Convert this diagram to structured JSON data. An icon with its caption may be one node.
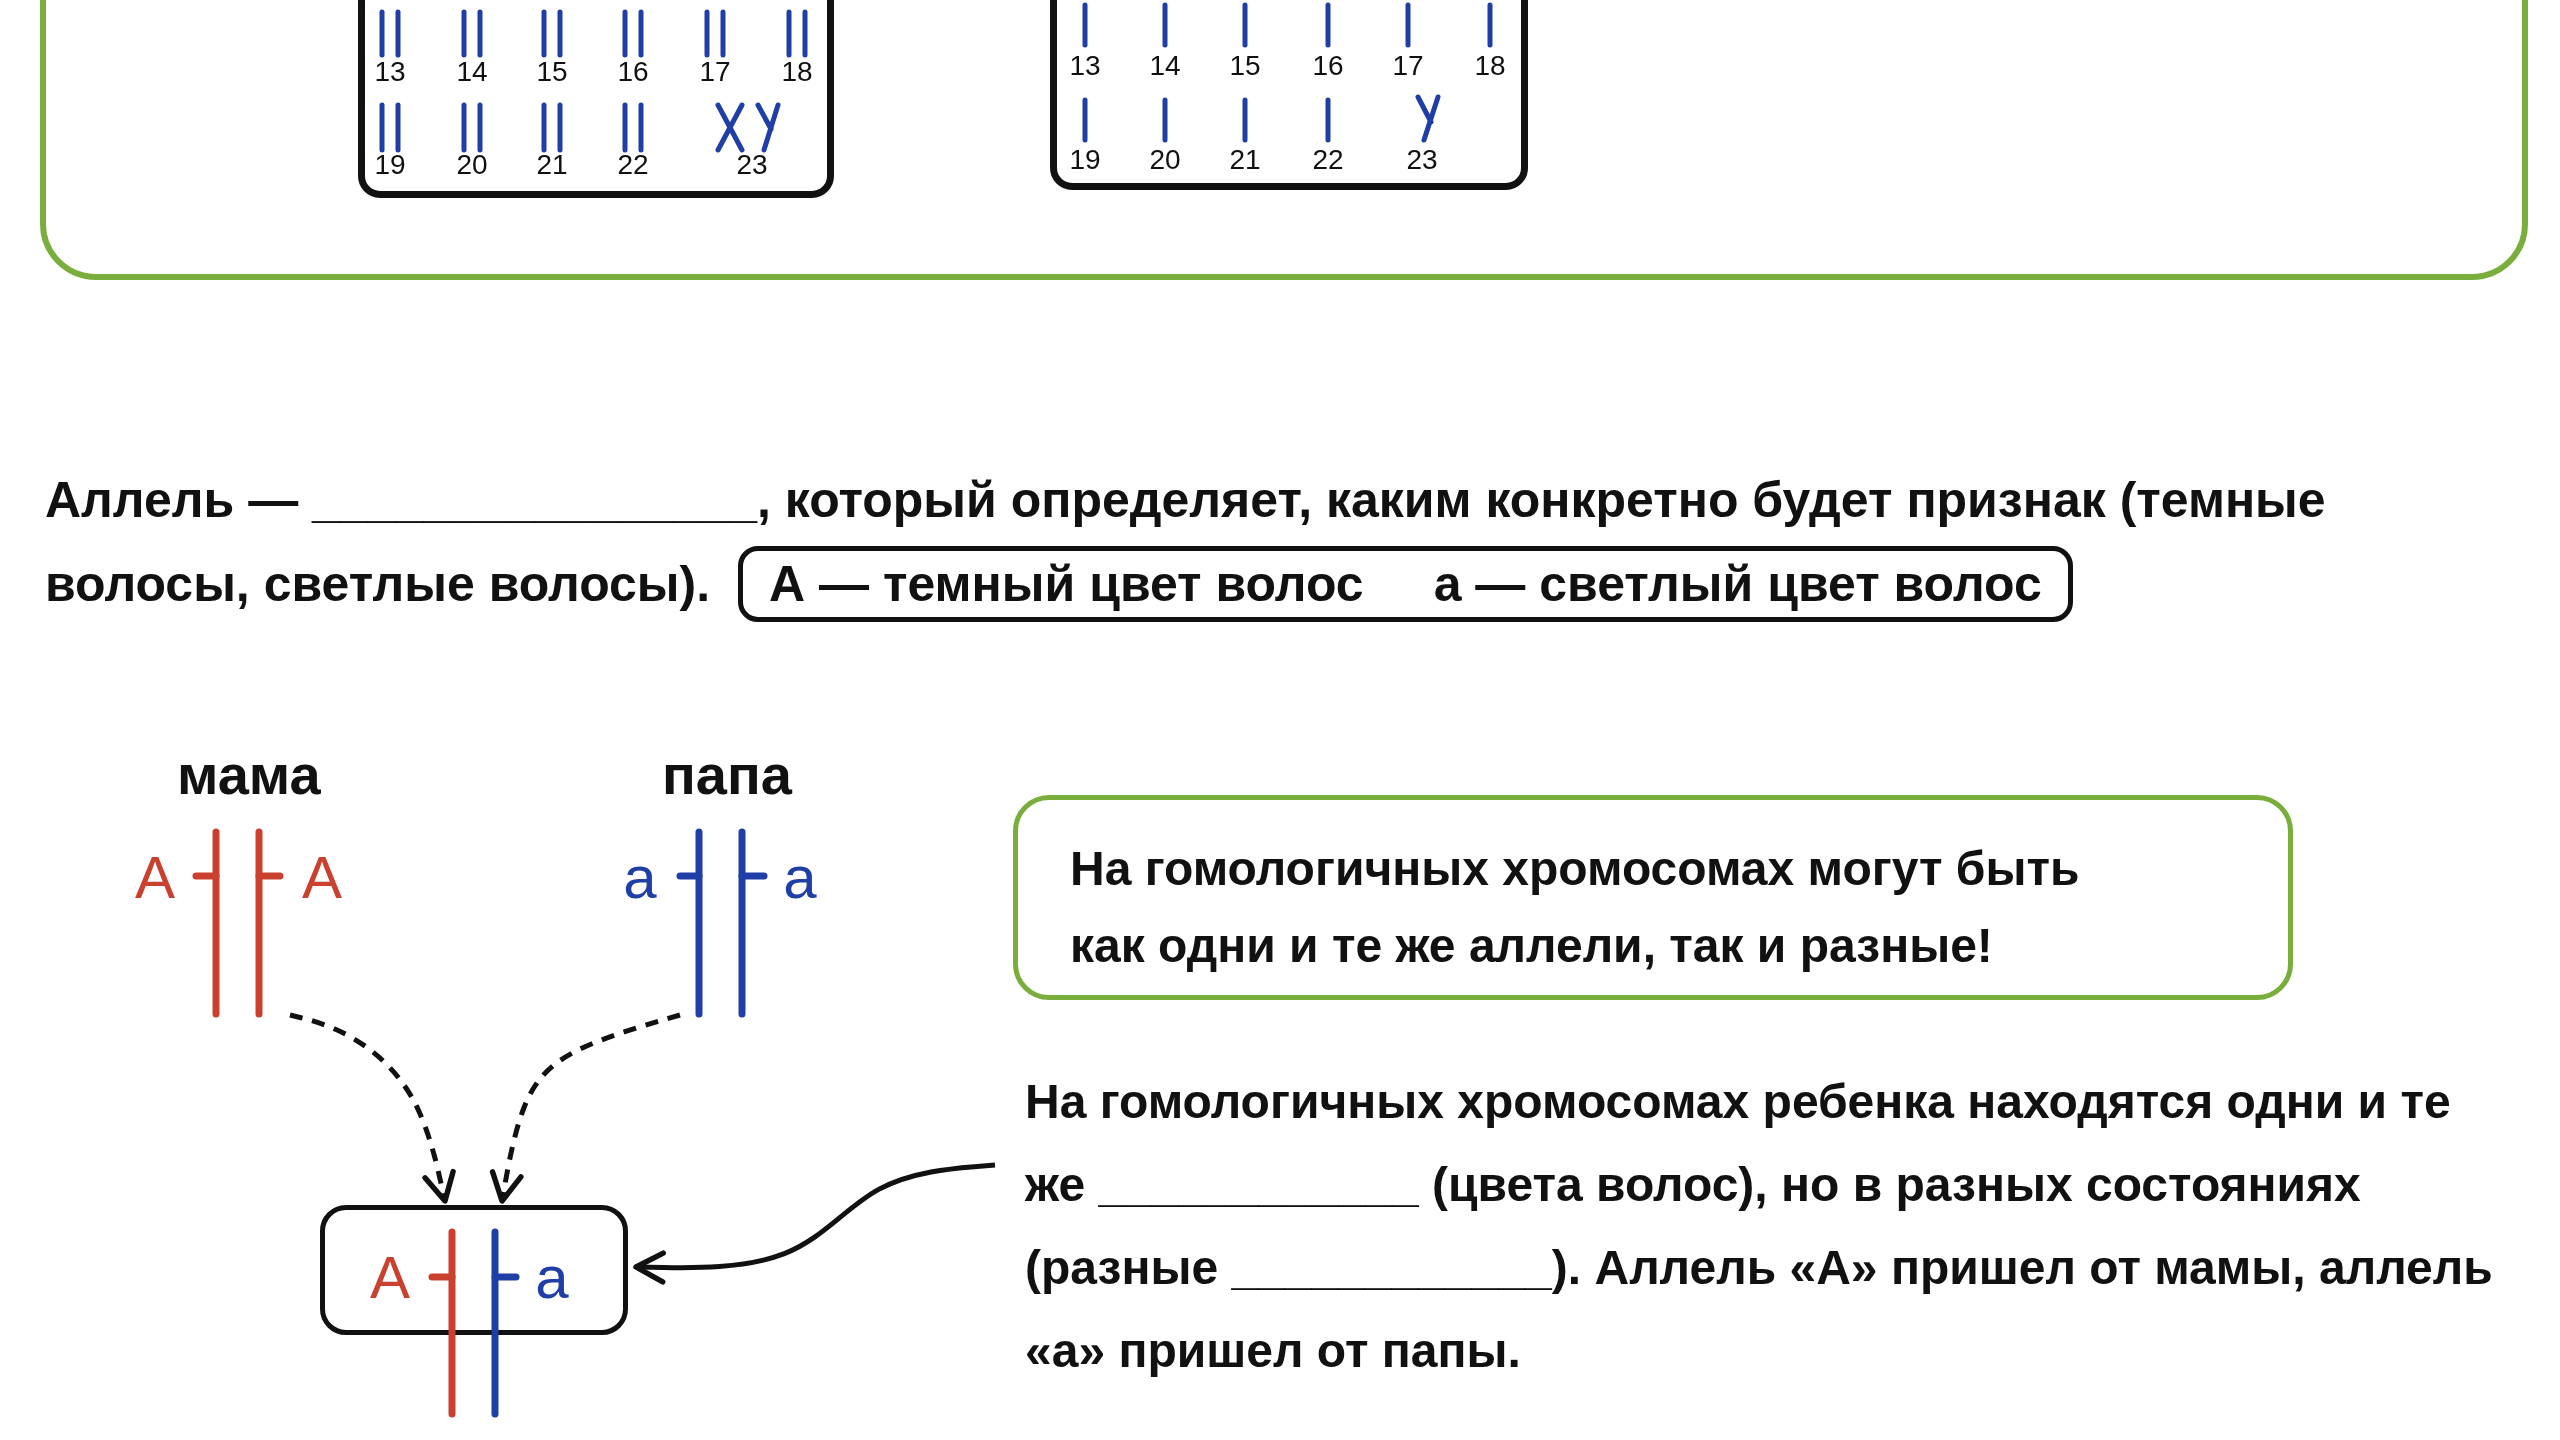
{
  "diagram": {
    "nodes": [
      {
        "text": [],
        "shape": "box"
      },
      {
        "text": [
          "13",
          "14",
          "15",
          "16",
          "17",
          "18",
          "19",
          "20",
          "21",
          "22",
          "23"
        ],
        "in": 0
      },
      {
        "text": [
          "13",
          "14",
          "15",
          "16",
          "17",
          "18",
          "19",
          "20",
          "21",
          "22",
          "23"
        ],
        "in": 0
      },
      {
        "text": [
          "А — темный цвет волос",
          "а — светлый цвет волос"
        ]
      },
      {
        "text": [
          "мама",
          "А",
          "А"
        ]
      },
      {
        "text": [
          "папа",
          "а",
          "а"
        ]
      },
      {
        "text": [
          "А",
          "а"
        ]
      },
      {
        "text": [
          "На гомологичных хромосомах могут быть как одни и те же аллели, так и разные!"
        ]
      },
      {
        "text": [
          "На гомологичных хромосомах ребенка находятся одни и те же ____________ (цвета волос), но в разных состояниях (разные ____________). Аллель «А» пришел от мамы, аллель «а» пришел от папы."
        ]
      }
    ],
    "edges": [
      {
        "from": 4,
        "to": 6,
        "arrow": "to",
        "style": "dashed"
      },
      {
        "from": 5,
        "to": 6,
        "arrow": "to",
        "style": "dashed"
      },
      {
        "from": 8,
        "to": 6,
        "arrow": "to"
      }
    ],
    "labels": [
      "Аллель — ________________, который определяет, каким конкретно будет признак (темные волосы, светлые волосы)."
    ]
  }
}
